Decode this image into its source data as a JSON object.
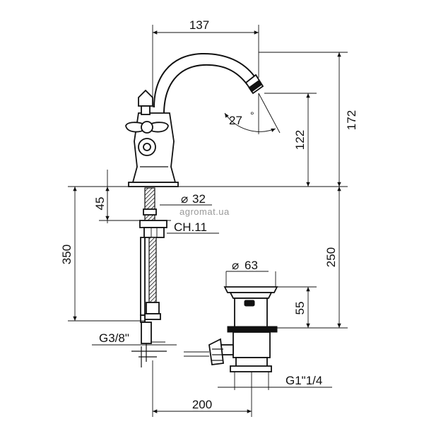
{
  "drawing": {
    "dimensions": {
      "spout_reach": "137",
      "total_height": "172",
      "spout_height": "122",
      "spout_angle": "27",
      "degree_mark": "°",
      "base_diameter_symbol": "⌀",
      "base_diameter": "32",
      "shank_length": "45",
      "hex_nut": "CH.11",
      "hose_length": "350",
      "below_deck": "250",
      "waste_diameter_symbol": "⌀",
      "waste_diameter": "63",
      "waste_height": "55",
      "hose_connection": "G3/8\"",
      "waste_thread": "G1\"1/4",
      "rod_length": "200"
    },
    "watermark": "agromat.ua"
  }
}
